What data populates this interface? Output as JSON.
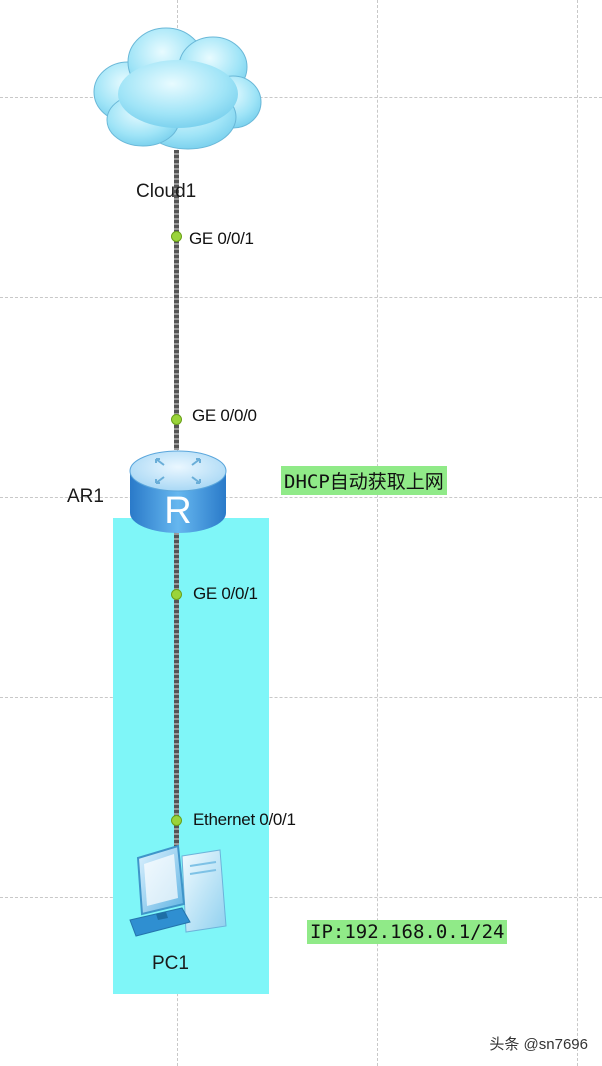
{
  "devices": {
    "cloud": {
      "label": "Cloud1"
    },
    "router": {
      "label": "AR1",
      "glyph": "R"
    },
    "pc": {
      "label": "PC1"
    }
  },
  "ports": {
    "cloud_ge": "GE 0/0/1",
    "router_up": "GE 0/0/0",
    "router_down": "GE 0/0/1",
    "pc_eth": "Ethernet 0/0/1"
  },
  "annotations": {
    "dhcp": "DHCP自动获取上网",
    "ip": "IP:192.168.0.1/24"
  },
  "watermark": "头条 @sn7696",
  "colors": {
    "area": "#7ff6f8",
    "note": "#90ea88",
    "port": "#9ad43a"
  }
}
